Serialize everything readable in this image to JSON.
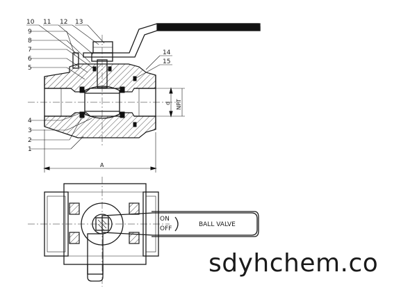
{
  "part_numbers": [
    "1",
    "2",
    "3",
    "4",
    "5",
    "6",
    "7",
    "8",
    "9",
    "10",
    "11",
    "12",
    "13",
    "14",
    "15"
  ],
  "dimensions": {
    "overall_length": "A",
    "bore": "d",
    "thread": "NPT"
  },
  "handle_labels": {
    "on": "ON",
    "off": "OFF",
    "product": "BALL  VALVE"
  },
  "watermark": "sdyhchem.co"
}
